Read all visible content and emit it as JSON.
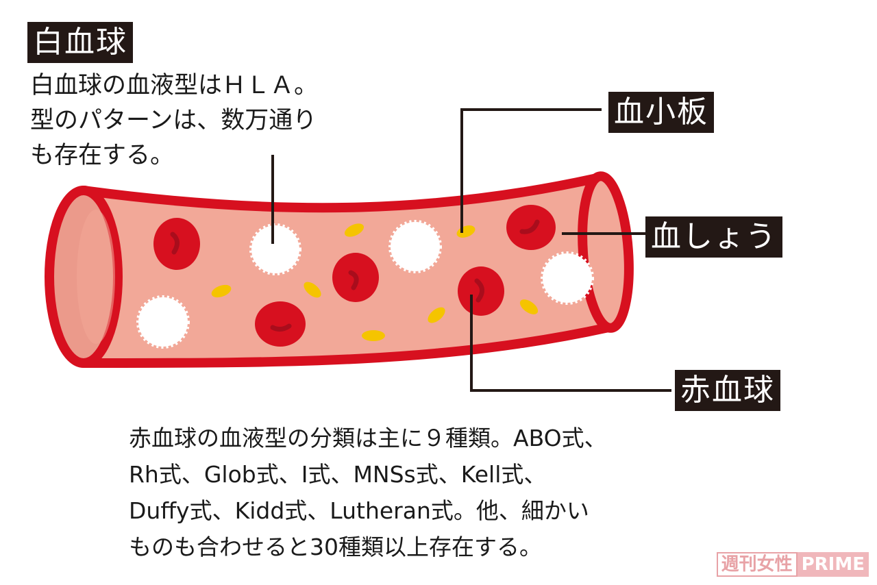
{
  "labels": {
    "wbc": "白血球",
    "platelet": "血小板",
    "plasma": "血しょう",
    "rbc": "赤血球"
  },
  "descriptions": {
    "wbc": [
      "白血球の血液型はＨＬＡ。",
      "型のパターンは、数万通り",
      "も存在する。"
    ],
    "rbc": [
      "赤血球の血液型の分類は主に９種類。ABO式、",
      "Rh式、Glob式、I式、MNSs式、Kell式、",
      "Duffy式、Kidd式、Lutheran式。他、細かい",
      "ものも合わせると30種類以上存在する。"
    ]
  },
  "watermark": {
    "part1": "週刊女性",
    "part2": "PRIME"
  },
  "colors": {
    "vessel_outline": "#d7101f",
    "vessel_fill": "#f2a898",
    "red_cell": "#d7101f",
    "red_cell_dimple": "#a90d1c",
    "platelet": "#f5c400",
    "white_cell": "#ffffff",
    "label_bg": "#231815",
    "leader_line": "#231815"
  }
}
